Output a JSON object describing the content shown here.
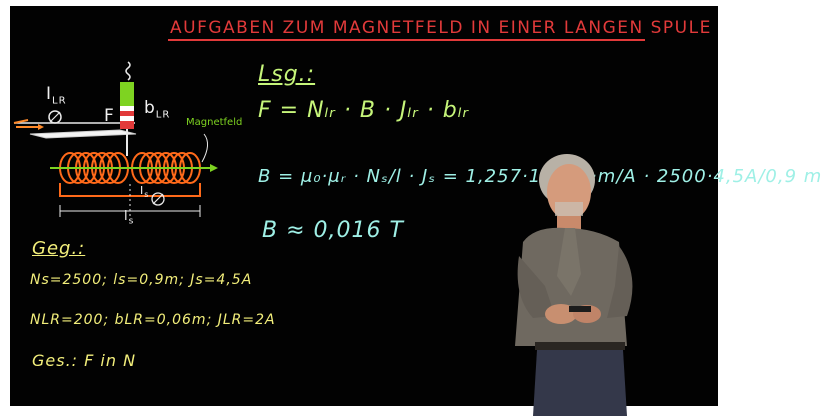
{
  "title": "AUFGABEN ZUM MAGNETFELD IN EINER LANGEN SPULE",
  "diagram": {
    "label_I_LR": "I",
    "sub_I_LR": "LR",
    "label_F": "F",
    "label_b_LR": "b",
    "sub_b_LR": "LR",
    "label_magnetfeld": "Magnetfeld",
    "label_I_s": "I",
    "sub_I_s": "s",
    "label_l_s": "l",
    "sub_l_s": "s"
  },
  "given": {
    "heading": "Geg.:",
    "line1": "Ns=2500; ls=0,9m; Js=4,5A",
    "line2": "NLR=200; bLR=0,06m; JLR=2A",
    "sought": "Ges.: F in N"
  },
  "solution": {
    "heading": "Lsg.:",
    "formula_force": "F = Nₗᵣ · B · Jₗᵣ · bₗᵣ",
    "formula_B": "B = μ₀·μᵣ · Nₛ/l · Jₛ = 1,257·10⁻⁶ T·m/A · 2500·4,5A/0,9 m",
    "result": "B ≈ 0,016 T"
  }
}
